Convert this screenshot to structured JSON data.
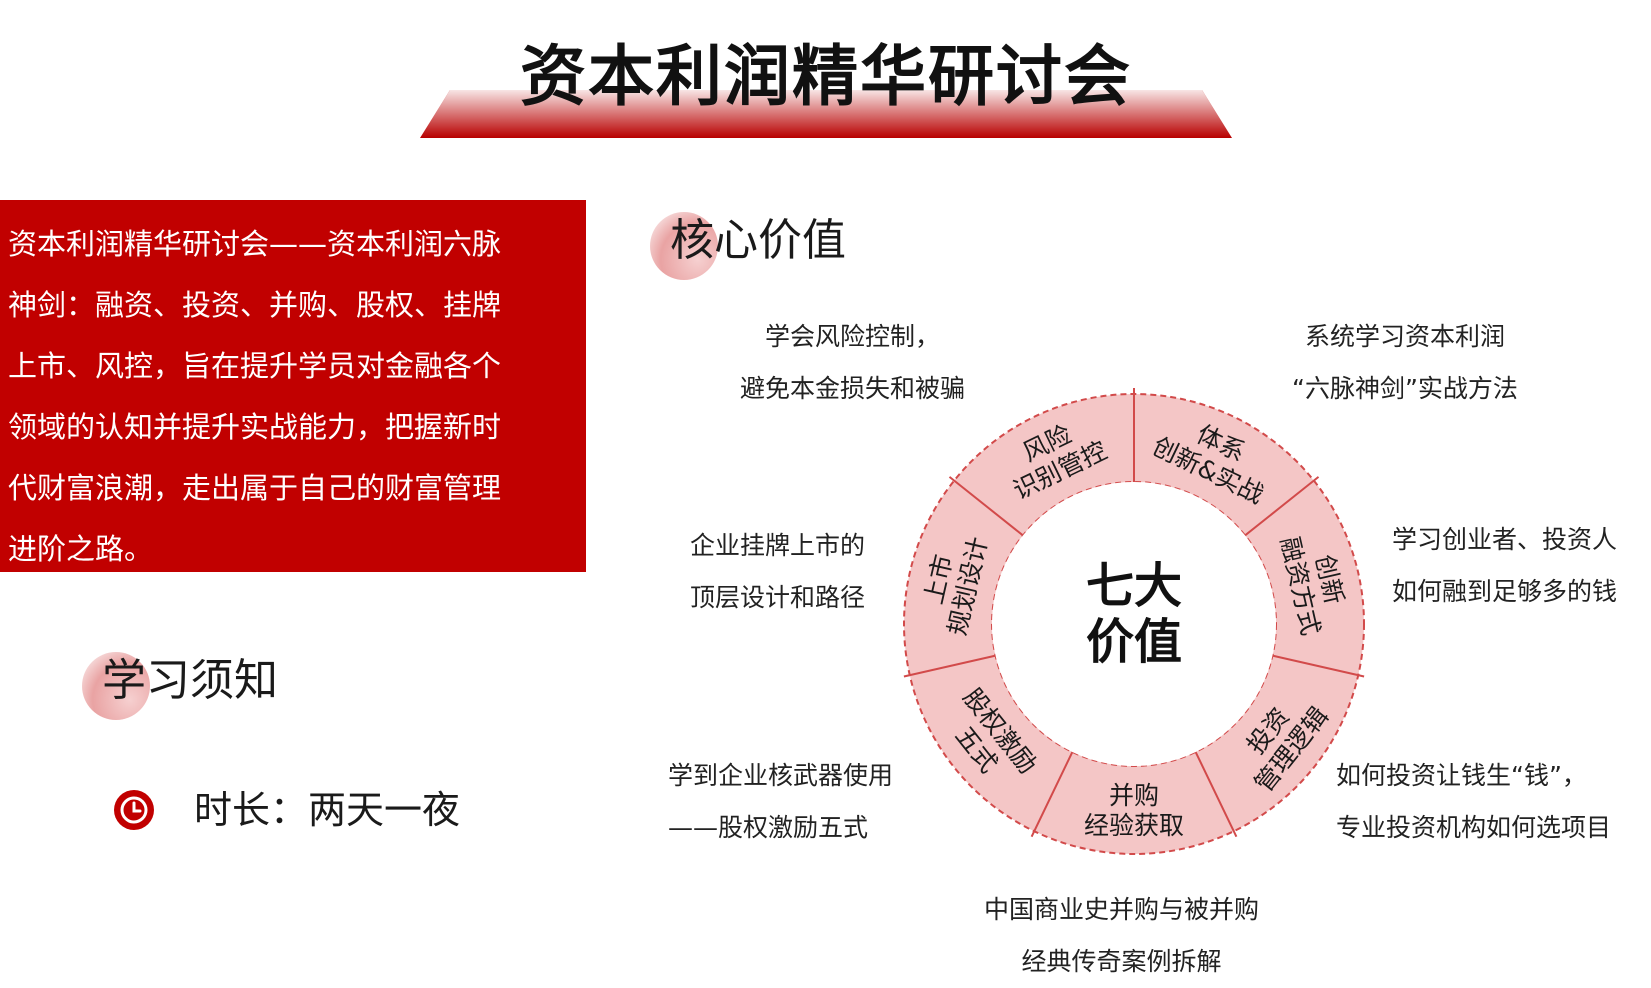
{
  "header": {
    "title": "资本利润精华研讨会"
  },
  "intro": {
    "lines": [
      "资本利润精华研讨会——资本利润六脉",
      "神剑：融资、投资、并购、股权、挂牌",
      "上市、风控，旨在提升学员对金融各个",
      "领域的认知并提升实战能力，把握新时",
      "代财富浪潮，走出属于自己的财富管理",
      "进阶之路。"
    ]
  },
  "study_notice": {
    "heading": "学习须知",
    "duration_text": "时长：两天一夜",
    "clock_icon": "clock-icon"
  },
  "core_value": {
    "heading": "核心价值",
    "center_lines": [
      "七大",
      "价值"
    ],
    "segments": [
      {
        "id": "risk",
        "lines": [
          "风险",
          "识别管控"
        ]
      },
      {
        "id": "system",
        "lines": [
          "体系",
          "创新&实战"
        ]
      },
      {
        "id": "financing",
        "lines": [
          "创新",
          "融资方式"
        ]
      },
      {
        "id": "investment",
        "lines": [
          "投资",
          "管理逻辑"
        ]
      },
      {
        "id": "merger",
        "lines": [
          "并购",
          "经验获取"
        ]
      },
      {
        "id": "equity",
        "lines": [
          "股权激励",
          "五式"
        ]
      },
      {
        "id": "listing",
        "lines": [
          "上市",
          "规划设计"
        ]
      }
    ],
    "descriptions": [
      {
        "id": "risk",
        "lines": [
          "学会风险控制，",
          "避免本金损失和被骗"
        ]
      },
      {
        "id": "system",
        "lines": [
          "系统学习资本利润",
          "“六脉神剑”实战方法"
        ]
      },
      {
        "id": "financing",
        "lines": [
          "学习创业者、投资人",
          "如何融到足够多的钱"
        ]
      },
      {
        "id": "investment",
        "lines": [
          "如何投资让钱生“钱”，",
          "专业投资机构如何选项目"
        ]
      },
      {
        "id": "merger",
        "lines": [
          "中国商业史并购与被并购",
          "经典传奇案例拆解"
        ]
      },
      {
        "id": "equity",
        "lines": [
          "学到企业核武器使用",
          "——股权激励五式"
        ]
      },
      {
        "id": "listing",
        "lines": [
          "企业挂牌上市的",
          "顶层设计和路径"
        ]
      }
    ]
  },
  "colors": {
    "brand_red": "#c10000",
    "ring_fill": "#f4c6c6",
    "ring_stroke": "#d24a4a"
  }
}
